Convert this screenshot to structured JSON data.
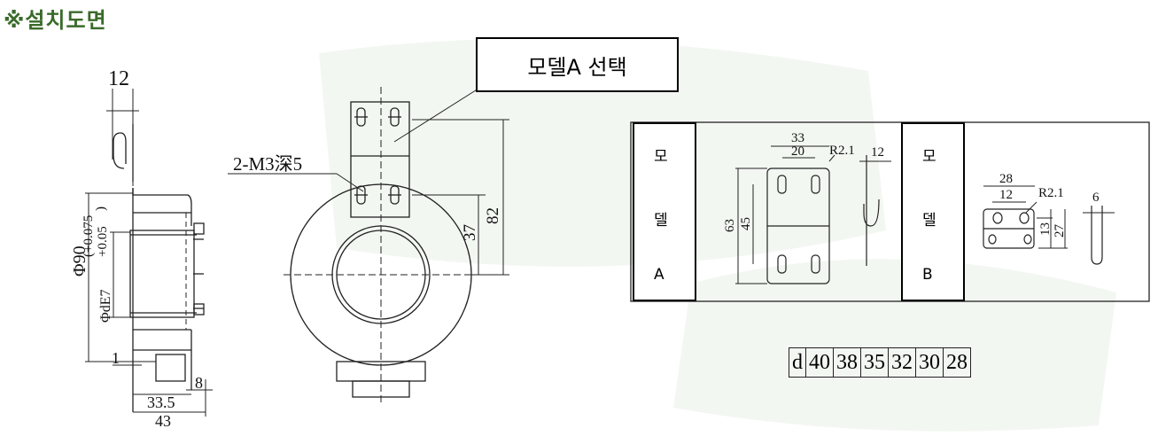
{
  "heading": "※설치도면",
  "callout": "모델A 선택",
  "left_view": {
    "dim_12": "12",
    "dim_phi90": "Φ90",
    "dim_phid": "ΦdE7",
    "tol_upper": "(+0.075",
    "tol_lower": "+0.05",
    "tol_close": ")",
    "dim_1": "1",
    "dim_8": "8",
    "dim_33_5": "33.5",
    "dim_43": "43"
  },
  "front_view": {
    "thread_note": "2-M3深5",
    "dim_37": "37",
    "dim_82": "82"
  },
  "model_a": {
    "label_chars": [
      "모",
      "델",
      "A"
    ],
    "dim_33": "33",
    "dim_20": "20",
    "dim_r": "R2.1",
    "dim_12": "12",
    "dim_63": "63",
    "dim_45": "45"
  },
  "model_b": {
    "label_chars": [
      "모",
      "델",
      "B"
    ],
    "dim_28": "28",
    "dim_12": "12",
    "dim_r": "R2.1",
    "dim_6": "6",
    "dim_13": "13",
    "dim_27": "27"
  },
  "d_table": {
    "cells": [
      "d",
      "40",
      "38",
      "35",
      "32",
      "30",
      "28"
    ]
  }
}
